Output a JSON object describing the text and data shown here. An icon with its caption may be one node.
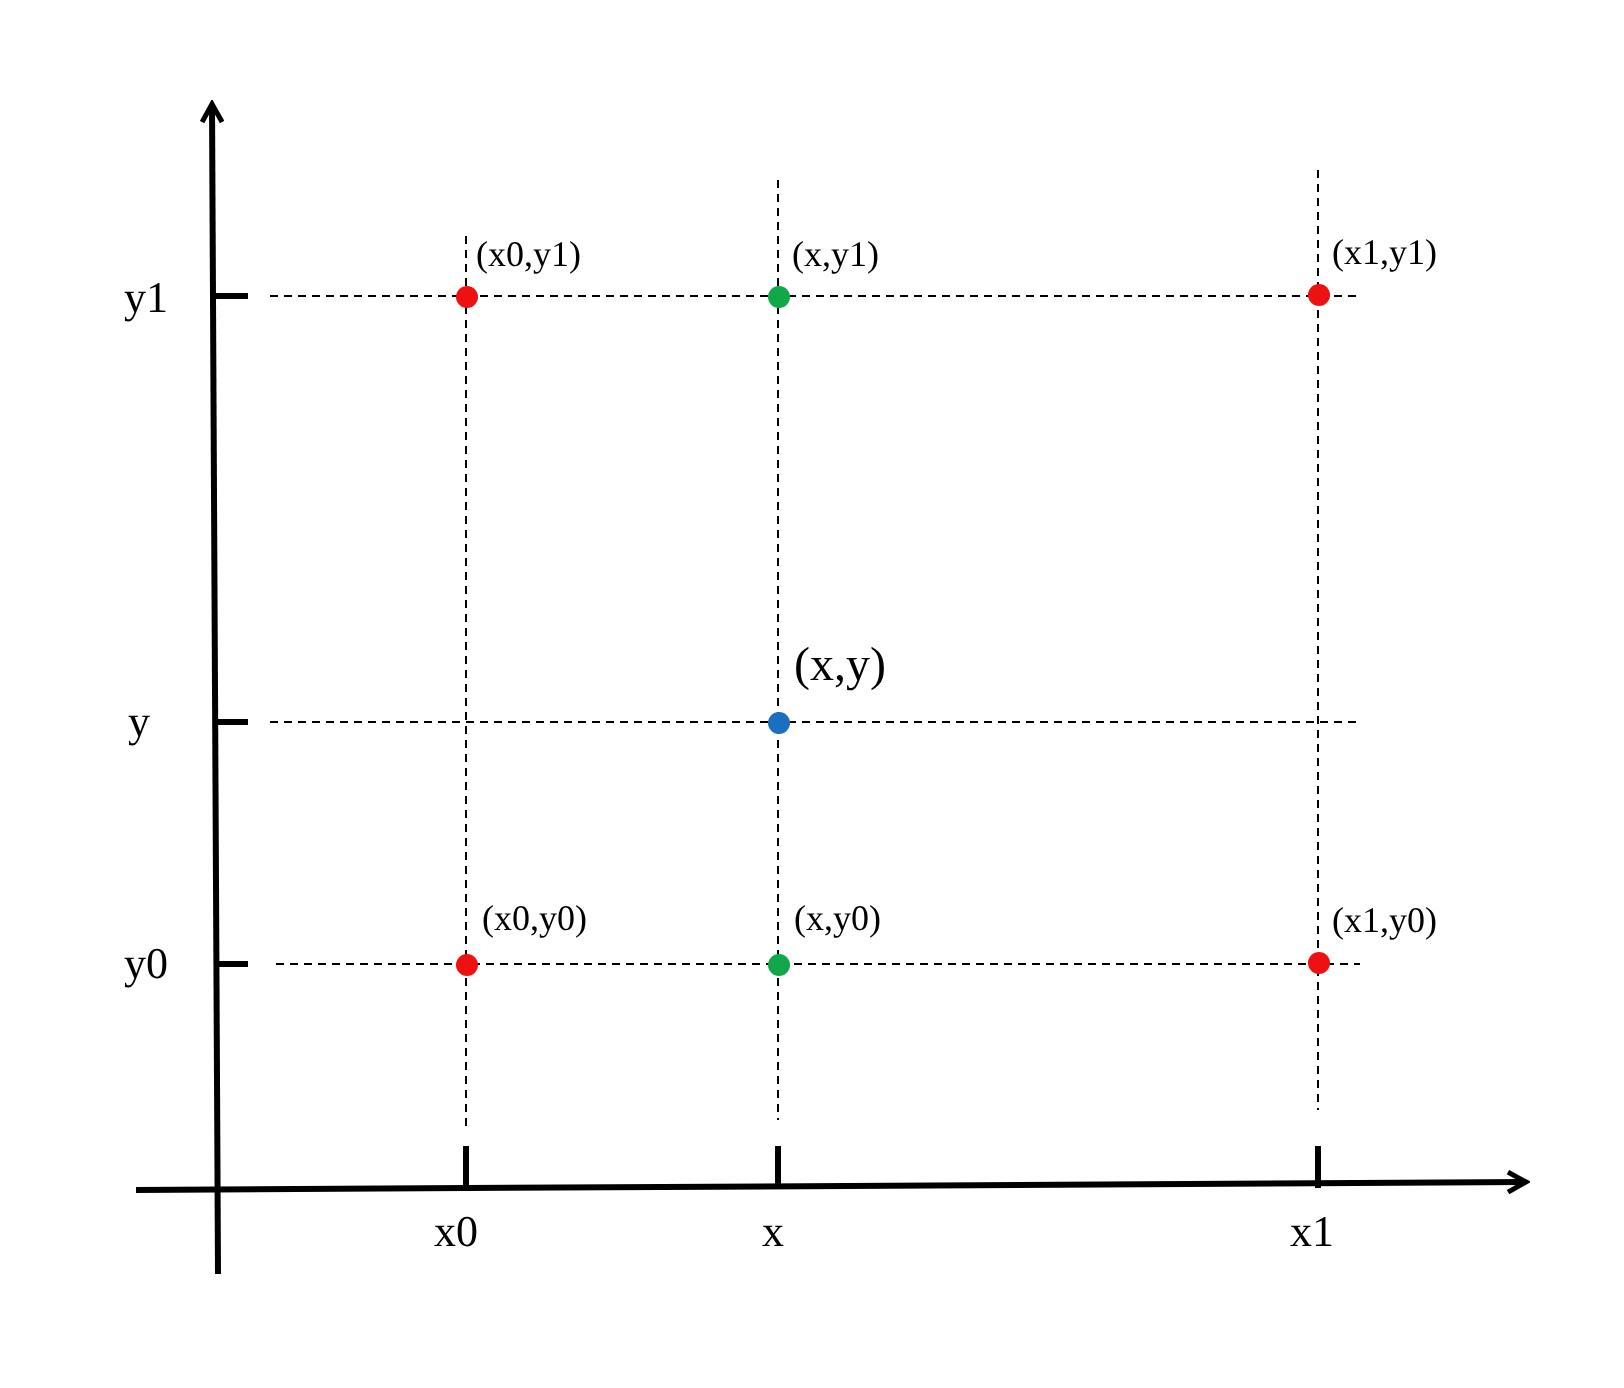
{
  "diagram": {
    "nodes": [
      {
        "text": [],
        "shape": "circle",
        "beside": [
          "(x0,y1)"
        ]
      },
      {
        "text": [],
        "shape": "circle",
        "beside": [
          "(x,y1)"
        ]
      },
      {
        "text": [],
        "shape": "circle",
        "beside": [
          "(x1,y1)"
        ]
      },
      {
        "text": [],
        "shape": "circle",
        "beside": [
          "(x,y)"
        ]
      },
      {
        "text": [],
        "shape": "circle",
        "beside": [
          "(x0,y0)"
        ]
      },
      {
        "text": [],
        "shape": "circle",
        "beside": [
          "(x,y0)"
        ]
      },
      {
        "text": [],
        "shape": "circle",
        "beside": [
          "(x1,y0)"
        ]
      }
    ],
    "labels": [
      "y1",
      "y",
      "y0",
      "x0",
      "x",
      "x1"
    ]
  }
}
